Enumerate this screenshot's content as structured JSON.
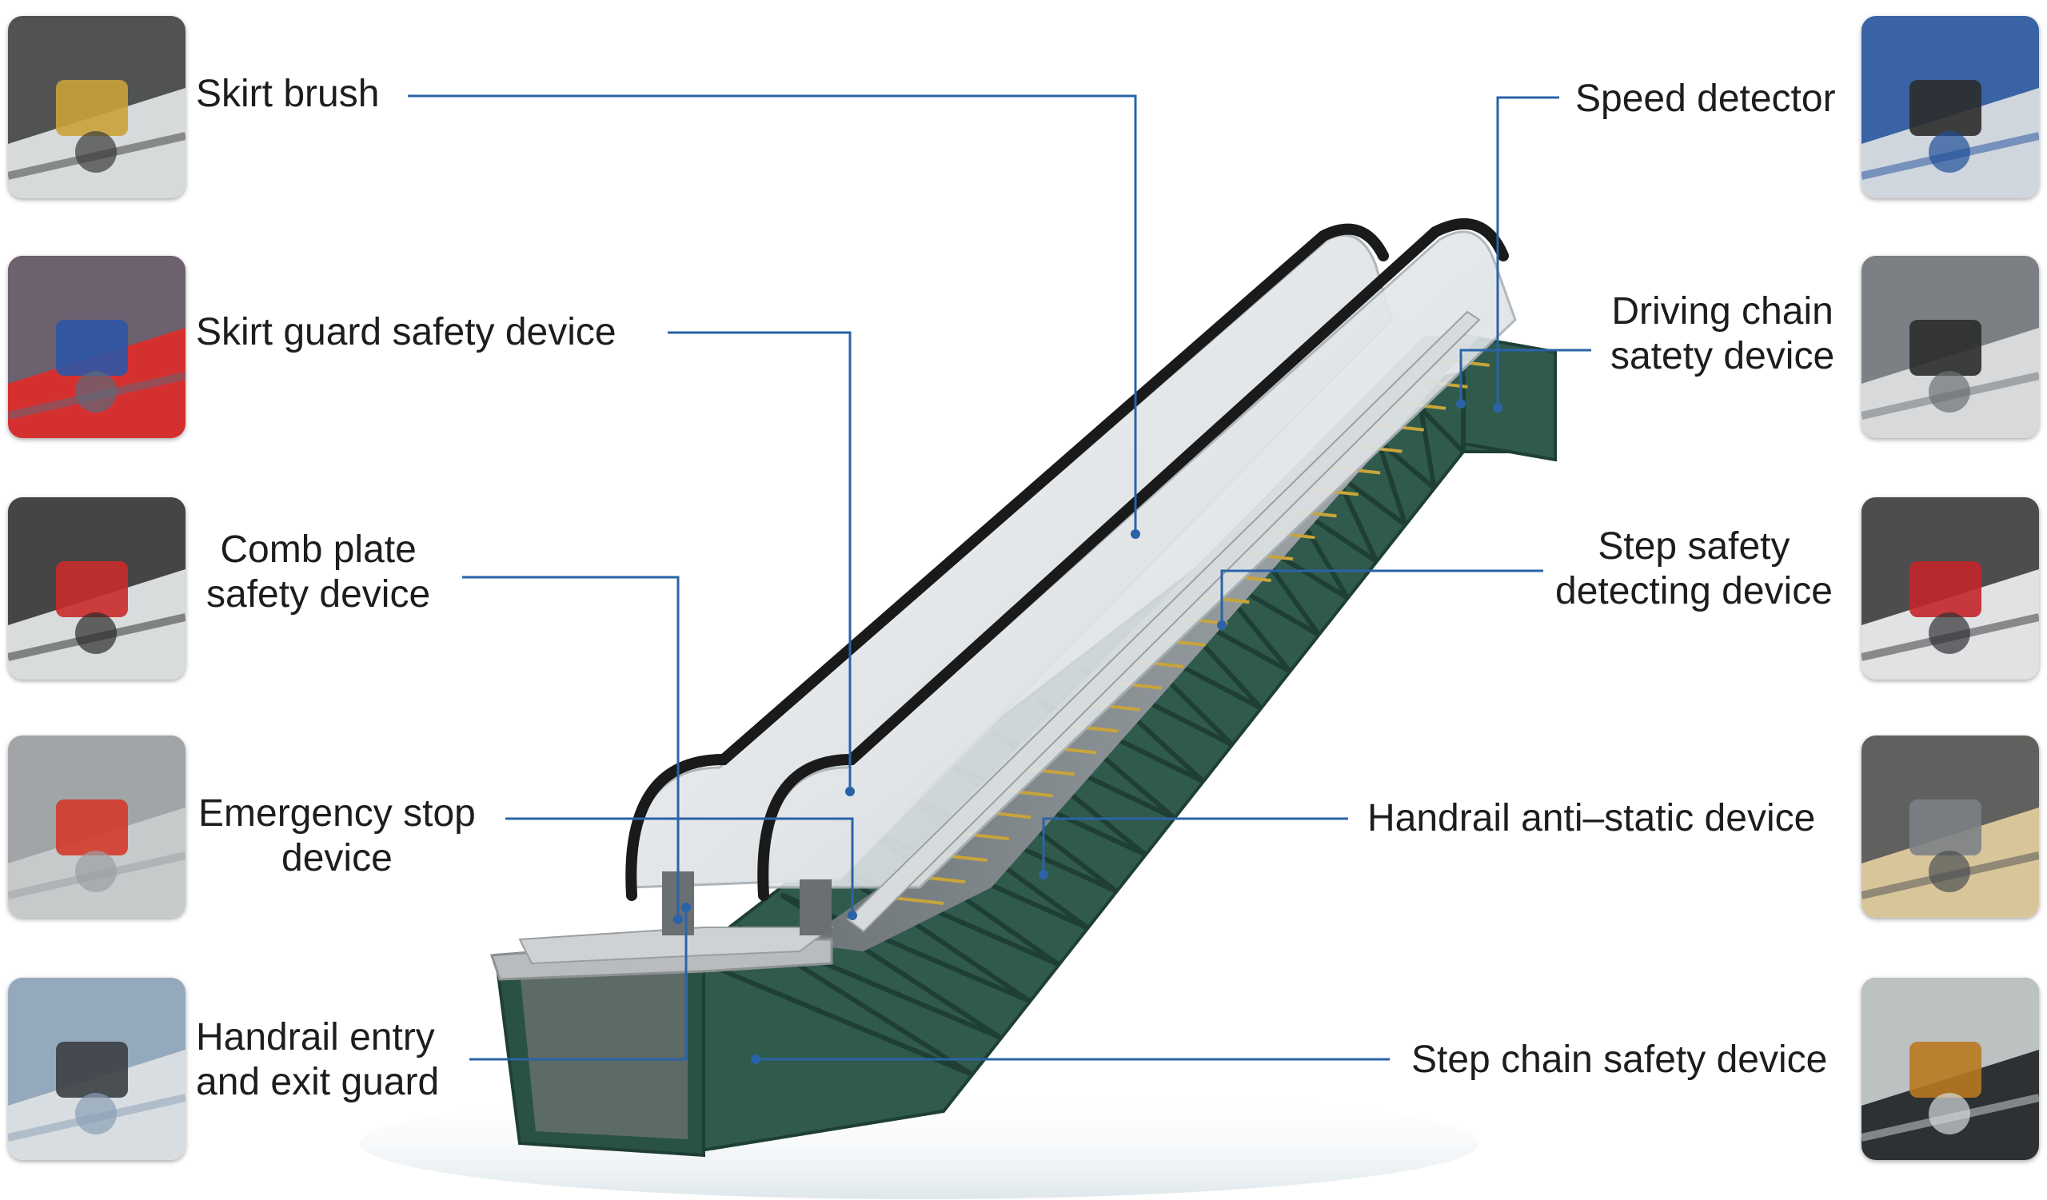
{
  "features": {
    "left": [
      {
        "id": "skirt-brush",
        "lines": [
          "Skirt brush"
        ],
        "icon": "skirt-brush-photo-icon"
      },
      {
        "id": "skirt-guard",
        "lines": [
          "Skirt guard safety device"
        ],
        "icon": "skirt-guard-switch-photo-icon"
      },
      {
        "id": "comb-plate",
        "lines": [
          "Comb plate",
          "safety device"
        ],
        "icon": "comb-plate-switch-photo-icon"
      },
      {
        "id": "emergency-stop",
        "lines": [
          "Emergency stop",
          "device"
        ],
        "icon": "emergency-stop-button-photo-icon"
      },
      {
        "id": "handrail-entry",
        "lines": [
          "Handrail entry",
          "and exit guard"
        ],
        "icon": "handrail-inlet-photo-icon"
      }
    ],
    "right": [
      {
        "id": "speed-detector",
        "lines": [
          "Speed detector"
        ],
        "icon": "speed-sensor-photo-icon"
      },
      {
        "id": "driving-chain",
        "lines": [
          "Driving chain",
          "satety device"
        ],
        "icon": "sprocket-chain-photo-icon"
      },
      {
        "id": "step-safety",
        "lines": [
          "Step safety",
          "detecting device"
        ],
        "icon": "step-switch-photo-icon"
      },
      {
        "id": "handrail-antistatic",
        "lines": [
          "Handrail anti–static device"
        ],
        "icon": "antistatic-brush-photo-icon"
      },
      {
        "id": "step-chain",
        "lines": [
          "Step chain safety device"
        ],
        "icon": "step-chain-tension-photo-icon"
      }
    ]
  },
  "colors": {
    "leader_line": "#2a63a8",
    "truss_green": "#2f5a4c",
    "truss_dark": "#1f3f35",
    "balustrade_glass": "#dfe3e6",
    "handrail": "#1a1a1a",
    "step_yellow": "#c8a53a",
    "label_text": "#1d1d1f"
  }
}
